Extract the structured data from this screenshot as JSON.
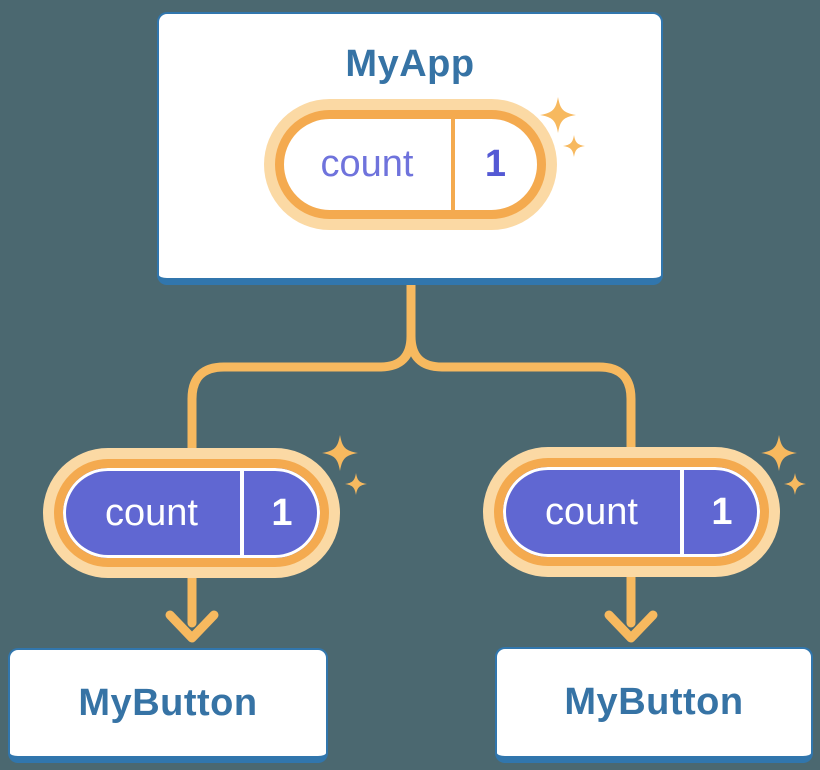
{
  "palette": {
    "bg": "#4b6870",
    "card_border": "#3176ad",
    "card_bg": "#ffffff",
    "heading_text": "#3673a5",
    "orange": "#f4aa4f",
    "orange_light": "#fbd9a4",
    "line_orange": "#f7b95f",
    "purple": "#6067d2",
    "state_name_text": "#6f73dc",
    "state_value_text": "#5459d4",
    "white": "#ffffff"
  },
  "icons": {
    "sparkle": "four-point-star",
    "arrow_down": "chevron-arrow-down"
  },
  "tree": {
    "root": {
      "label": "MyApp",
      "state": {
        "name": "count",
        "value": "1"
      }
    },
    "children": [
      {
        "label": "MyButton",
        "state": {
          "name": "count",
          "value": "1"
        }
      },
      {
        "label": "MyButton",
        "state": {
          "name": "count",
          "value": "1"
        }
      }
    ]
  }
}
